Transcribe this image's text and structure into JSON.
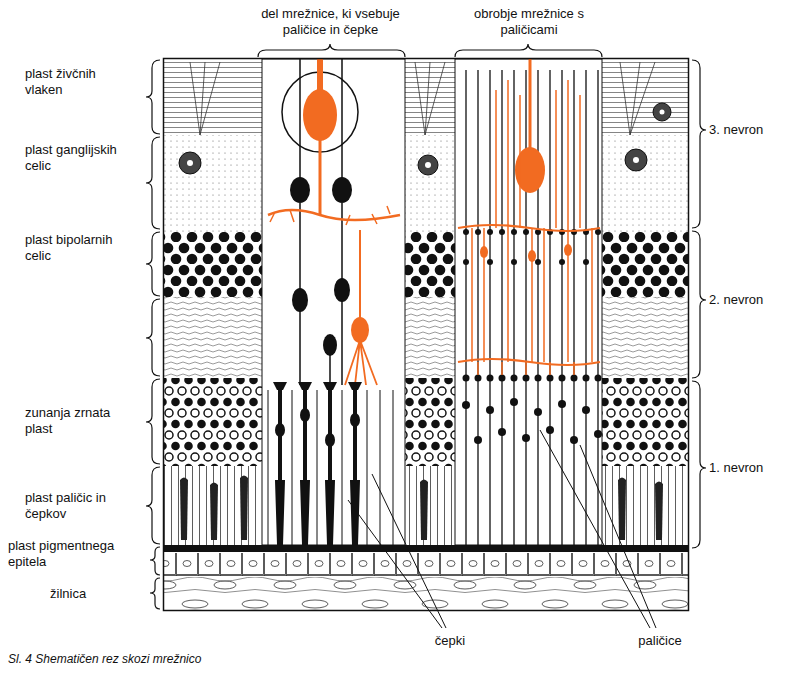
{
  "diagram": {
    "caption": "Sl. 4 Shematičen rez skozi mrežnico",
    "labels": [
      "del mrežnice, ki vsebuje paličice in čepke",
      "obrobje mrežnice s paličicami",
      "plast živčnih vlaken",
      "plast ganglijskih celic",
      "plast bipolarnih celic",
      "zunanja zrnata plast",
      "plast paličic in čepkov",
      "plast pigmentnega epitela",
      "žilnica",
      "3. nevron",
      "2. nevron",
      "1. nevron",
      "čepki",
      "paličice"
    ]
  }
}
